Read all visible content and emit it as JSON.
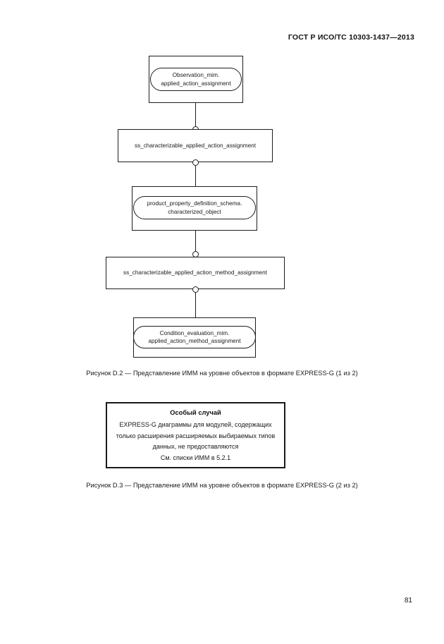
{
  "header": {
    "standard_title": "ГОСТ Р ИСО/ТС 10303-1437—2013"
  },
  "diagram_d2": {
    "nodes": [
      {
        "id": "observation-mim",
        "shape": "rounded-in-box",
        "line1": "Observation_mim.",
        "line2": "applied_action_assignment"
      },
      {
        "id": "ss-characterizable-applied-action-assignment",
        "shape": "box",
        "label": "ss_characterizable_applied_action_assignment"
      },
      {
        "id": "product-property-definition-schema",
        "shape": "rounded-in-box",
        "line1": "product_property_definition_schema.",
        "line2": "characterized_object"
      },
      {
        "id": "ss-characterizable-applied-action-method-assignment",
        "shape": "box",
        "label": "ss_characterizable_applied_action_method_assignment"
      },
      {
        "id": "condition-evaluation-mim",
        "shape": "rounded-in-box",
        "line1": "Condition_evaluation_mim.",
        "line2": "applied_action_method_assignment"
      }
    ]
  },
  "caption_d2": "Рисунок D.2 — Представление ИММ на уровне объектов в формате EXPRESS-G (1 из 2)",
  "note": {
    "title": "Особый случай",
    "lines": [
      "EXPRESS-G диаграммы для модулей, содержащих",
      "только расширения расширяемых выбираемых типов",
      "данных, не предоставляются",
      "См. списки ИММ в 5.2.1"
    ]
  },
  "caption_d3": "Рисунок D.3 — Представление ИММ на уровне объектов в формате EXPRESS-G (2 из 2)",
  "page_number": "81"
}
